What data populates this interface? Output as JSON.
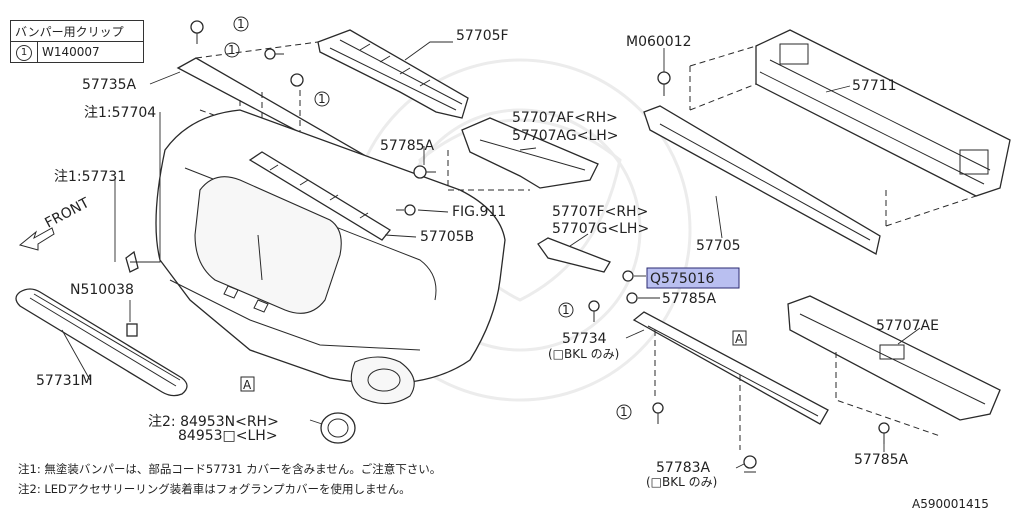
{
  "clip_table": {
    "title": "バンパー用クリップ",
    "ref": "1",
    "part": "W140007"
  },
  "labels": {
    "p57705F": "57705F",
    "p57735A": "57735A",
    "p57704": "注1:57704",
    "p57731": "注1:57731",
    "front": "FRONT",
    "pN510038": "N510038",
    "p57731M": "57731M",
    "p57785A_1": "57785A",
    "p57707AF": "57707AF<RH>",
    "p57707AG": "57707AG<LH>",
    "fig": "FIG.911",
    "p57705B": "57705B",
    "pM060012": "M060012",
    "p57711": "57711",
    "p57705": "57705",
    "p57707F": "57707F<RH>",
    "p57707G": "57707G<LH>",
    "q575016": "Q575016",
    "p57785A_2": "57785A",
    "p57734": "57734",
    "bkl1": "(□BKL のみ)",
    "p57707AE": "57707AE",
    "p84953N": "注2: 84953N<RH>",
    "p84953O": "84953□<LH>",
    "p57783A": "57783A",
    "bkl2": "(□BKL のみ)",
    "p57785A_3": "57785A",
    "refA1": "A",
    "refA2": "A",
    "circ1": "1"
  },
  "notes": {
    "note1": "注1: 無塗装バンパーは、部品コード57731 カバーを含みません。ご注意下さい。",
    "note2": "注2: LEDアクセサリーリング装着車はフォグランプカバーを使用しません。"
  },
  "footer": {
    "drawing_id": "A590001415"
  }
}
